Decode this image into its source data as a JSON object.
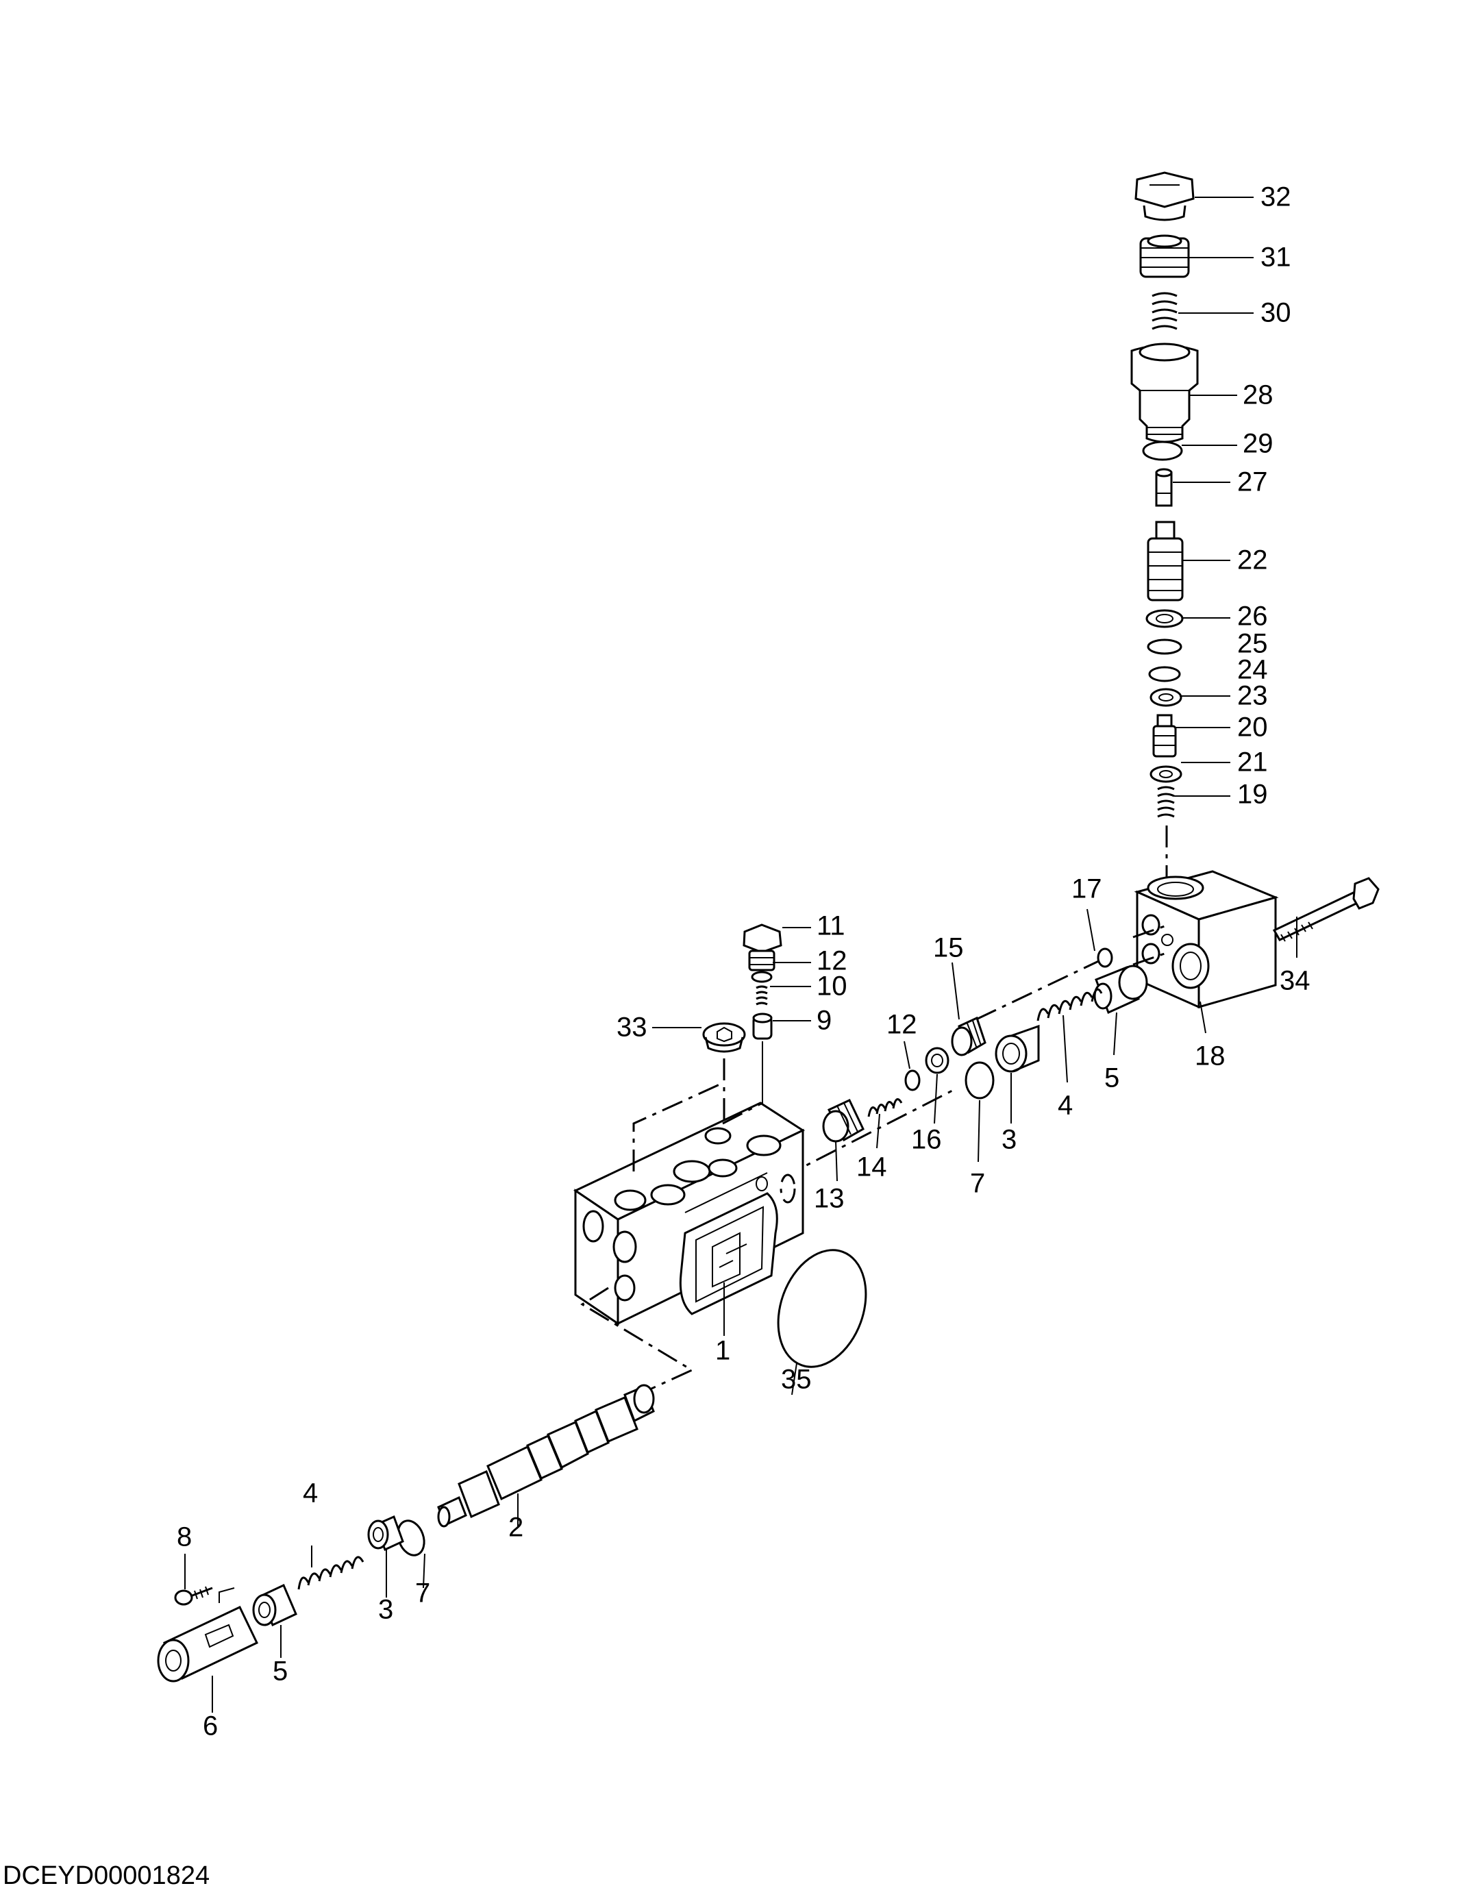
{
  "drawing_code": "DCEYD00001824",
  "callouts": {
    "p32": "32",
    "p31": "31",
    "p30": "30",
    "p28": "28",
    "p29": "29",
    "p27": "27",
    "p22": "22",
    "p26": "26",
    "p25": "25",
    "p24": "24",
    "p23": "23",
    "p20": "20",
    "p21": "21",
    "p19": "19",
    "p17": "17",
    "p34": "34",
    "p18": "18",
    "p15": "15",
    "p11": "11",
    "p12a": "12",
    "p10": "10",
    "p9": "9",
    "p33": "33",
    "p12b": "12",
    "p5a": "5",
    "p4a": "4",
    "p3a": "3",
    "p16": "16",
    "p14": "14",
    "p13": "13",
    "p7a": "7",
    "p1": "1",
    "p35": "35",
    "p2": "2",
    "p4b": "4",
    "p8": "8",
    "p3b": "3",
    "p7b": "7",
    "p5b": "5",
    "p6": "6"
  }
}
